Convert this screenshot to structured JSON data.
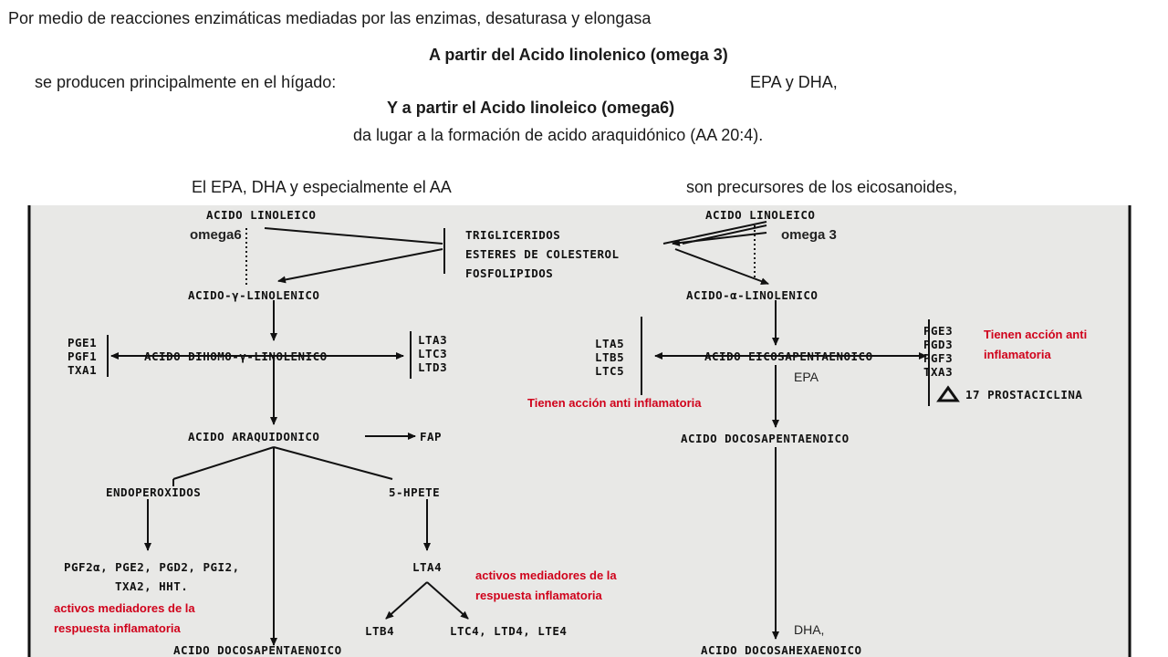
{
  "header": {
    "line1": "Por medio de reacciones enzimáticas mediadas por las  enzimas, desaturasa y elongasa",
    "line2": "A partir del Acido linolenico (omega 3)",
    "line3a": "se producen principalmente  en el hígado:",
    "line3b": "EPA y DHA,",
    "line4": "Y a partir el Acido linoleico  (omega6)",
    "line5": "da lugar a la formación de acido araquidónico (AA 20:4).",
    "line6a": "El EPA, DHA y especialmente el AA",
    "line6b": "son precursores de los eicosanoides,"
  },
  "diagram": {
    "left": {
      "title": "ACIDO LINOLEICO",
      "omega": "omega6",
      "gamma": "ACIDO-γ-LINOLENICO",
      "dihomo": "ACIDO DIHOMO-γ-LINOLENICO",
      "pg_series": [
        "PGE1",
        "PGF1",
        "TXA1"
      ],
      "lt_series": [
        "LTA3",
        "LTC3",
        "LTD3"
      ],
      "arachidonic": "ACIDO ARAQUIDONICO",
      "fap": "FAP",
      "endoperox": "ENDOPEROXIDOS",
      "hpete": "5-HPETE",
      "prods1": "PGF2α, PGE2, PGD2, PGI2,",
      "prods2": "TXA2, HHT.",
      "lta4": "LTA4",
      "ltb4": "LTB4",
      "ltc4": "LTC4, LTD4, LTE4",
      "docosapent": "ACIDO DOCOSAPENTAENOICO"
    },
    "center": {
      "lipids": [
        "TRIGLICERIDOS",
        "ESTERES DE COLESTEROL",
        "FOSFOLIPIDOS"
      ]
    },
    "right": {
      "title": "ACIDO LINOLEICO",
      "omega": "omega 3",
      "alpha": "ACIDO-α-LINOLENICO",
      "epa_full": "ACIDO EICOSAPENTAENOICO",
      "epa": "EPA",
      "lt_series": [
        "LTA5",
        "LTB5",
        "LTC5"
      ],
      "pg_series": [
        "PGE3",
        "PGD3",
        "PGF3",
        "TXA3"
      ],
      "prostaciclina": "17 PROSTACICLINA",
      "docosapent": "ACIDO DOCOSAPENTAENOICO",
      "dha": "DHA,",
      "docosahex": "ACIDO DOCOSAHEXAENOICO"
    },
    "annotations": {
      "anti_right": "Tienen acción anti inflamatoria",
      "anti_center": "Tienen acción anti inflamatoria",
      "activos_center": "activos mediadores de la respuesta inflamatoria",
      "activos_left": "activos mediadores de la respuesta inflamatoria"
    },
    "colors": {
      "annotation": "#d0021b",
      "scan_bg": "#e8e8e6"
    }
  }
}
